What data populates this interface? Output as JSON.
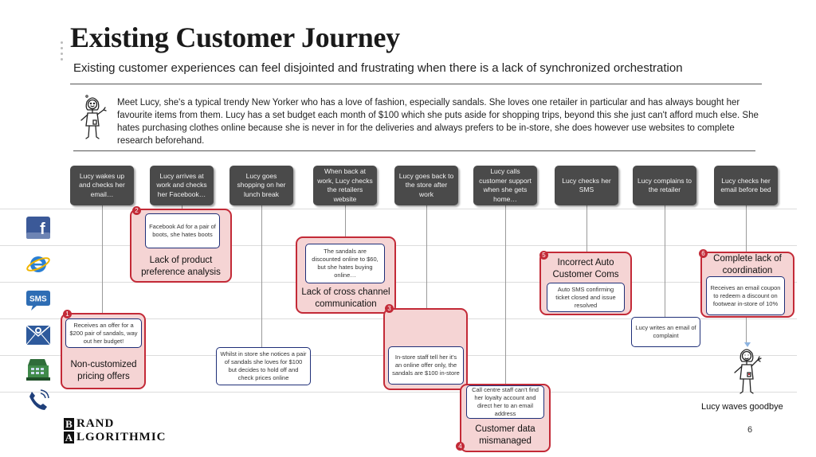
{
  "title": "Existing Customer Journey",
  "subtitle": "Existing customer experiences can feel disjointed and frustrating when there is a lack of synchronized orchestration",
  "intro": "Meet Lucy, she's a typical trendy New Yorker who has a love of fashion, especially sandals. She loves one retailer in particular and has always bought her favourite items from them. Lucy has a set budget each month of $100 which she puts aside for shopping trips, beyond this she just can't afford much else. She hates purchasing clothes online because she is never in for the deliveries and always prefers to be in-store, she does however use websites to complete research beforehand.",
  "steps": [
    "Lucy wakes up and checks her email…",
    "Lucy arrives at work and checks her Facebook…",
    "Lucy goes shopping on her lunch break",
    "When back at work, Lucy checks the retailers website",
    "Lucy goes back to the store after work",
    "Lucy calls customer support when she gets home…",
    "Lucy checks her SMS",
    "Lucy complains to the retailer",
    "Lucy checks her email before bed"
  ],
  "notes": {
    "email_offer": "Receives an offer for a $200 pair of sandals, way out her budget!",
    "facebook_ad": "Facebook Ad for a pair of boots, she hates boots",
    "store_visit": "Whilst in store she notices a pair of sandals she loves for $100 but decides to hold off and check prices online",
    "online_discount": "The sandals are discounted online to $60, but she hates buying online…",
    "store_staff": "In-store staff tell her it's an online offer only, the sandals are $100 in-store",
    "call_centre": "Call centre staff can't find her loyalty account and direct her to an email address",
    "auto_sms": "Auto SMS confirming ticket closed and issue resolved",
    "complaint": "Lucy writes an email of complaint",
    "email_coupon": "Receives an email coupon to redeem a discount on footwear in-store of 10%"
  },
  "pain_points": [
    {
      "num": "1",
      "label": "Non-customized pricing offers"
    },
    {
      "num": "2",
      "label": "Lack of product preference analysis"
    },
    {
      "num": "3",
      "label": "Lack of cross channel communication"
    },
    {
      "num": "4",
      "label": "Customer data mismanaged"
    },
    {
      "num": "5",
      "label": "Incorrect Auto Customer Coms"
    },
    {
      "num": "6",
      "label": "Complete lack of coordination"
    }
  ],
  "channels": [
    "facebook-icon",
    "internet-explorer-icon",
    "sms-icon",
    "email-icon",
    "store-register-icon",
    "phone-icon"
  ],
  "channel_labels": {
    "facebook": "f",
    "sms": "SMS"
  },
  "goodbye": "Lucy waves goodbye",
  "brand": {
    "line1_letter": "B",
    "line1_rest": "RAND",
    "line2_letter": "A",
    "line2_rest": "LGORITHMIC"
  },
  "page_number": "6",
  "colors": {
    "pain_fill": "#f5d4d4",
    "pain_border": "#c32a37",
    "note_border": "#1f2f78",
    "step_fill": "#4a4a4a"
  }
}
